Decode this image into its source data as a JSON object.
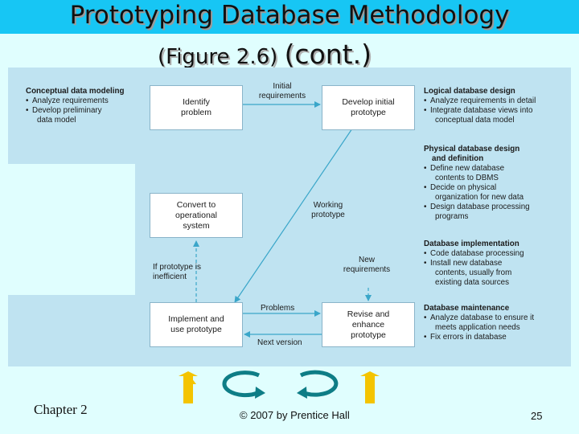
{
  "title": {
    "line1": "Prototyping Database Methodology",
    "line2_part1": "(Figure 2.6)",
    "line2_part2": "(cont.)"
  },
  "diagram": {
    "boxes": {
      "identify": "Identify problem",
      "develop": "Develop initial prototype",
      "convert": "Convert to operational system",
      "implement": "Implement and use prototype",
      "revise": "Revise and enhance prototype"
    },
    "edge_labels": {
      "initial_requirements": "Initial requirements",
      "working_prototype": "Working prototype",
      "new_requirements": "New requirements",
      "if_inefficient": "If prototype is inefficient",
      "problems": "Problems",
      "next_version": "Next version"
    },
    "left_note": {
      "heading": "Conceptual data modeling",
      "items": [
        "Analyze requirements",
        "Develop preliminary data model"
      ]
    },
    "right_notes": [
      {
        "heading": "Logical database design",
        "items": [
          "Analyze requirements in detail",
          "Integrate database views into conceptual data model"
        ]
      },
      {
        "heading": "Physical database design and definition",
        "items": [
          "Define new database contents to DBMS",
          "Decide on physical organization for new data",
          "Design database processing programs"
        ]
      },
      {
        "heading": "Database implementation",
        "items": [
          "Code database processing",
          "Install new database contents, usually from existing data sources"
        ]
      },
      {
        "heading": "Database maintenance",
        "items": [
          "Analyze database to ensure it meets application needs",
          "Fix errors in database"
        ]
      }
    ]
  },
  "footer": {
    "chapter": "Chapter 2",
    "copyright": "© 2007 by Prentice Hall",
    "page": "25"
  },
  "colors": {
    "title_band": "#17c6f4",
    "background": "#e0fefe",
    "figure_bg": "#bfe3f1",
    "arrow": "#3aa6c9",
    "nav_yellow": "#f4c400",
    "nav_teal": "#0e7d86"
  }
}
